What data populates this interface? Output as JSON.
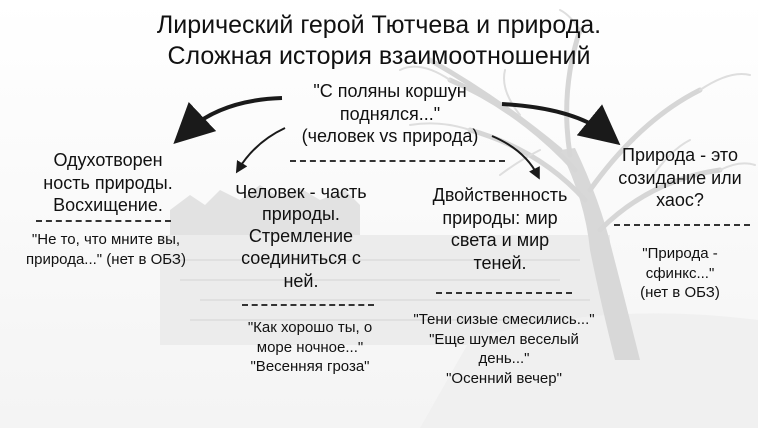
{
  "title": {
    "line1": "Лирический герой Тютчева и природа.",
    "line2": "Сложная история взаимоотношений"
  },
  "center": {
    "line1": "\"С поляны коршун",
    "line2": "поднялся...\"",
    "line3": "(человек vs природа)"
  },
  "col1": {
    "line1": "Одухотворен",
    "line2": "ность природы.",
    "line3": "Восхищение.",
    "quote1": "\"Не то, что мните вы,",
    "quote2": "природа...\" (нет в ОБЗ)"
  },
  "col2": {
    "line1": "Человек - часть",
    "line2": "природы.",
    "line3": "Стремление",
    "line4": "соединиться с",
    "line5": "ней.",
    "quote1": "\"Как хорошо ты, о",
    "quote2": "море ночное...\"",
    "quote3": "\"Весенняя гроза\""
  },
  "col3": {
    "line1": "Двойственность",
    "line2": "природы: мир",
    "line3": "света и мир",
    "line4": "теней.",
    "quote1": "\"Тени сизые смесились...\"",
    "quote2": "\"Еще шумел веселый",
    "quote3": "день...\"",
    "quote4": "\"Осенний вечер\""
  },
  "col4": {
    "line1": "Природа - это",
    "line2": "созидание или",
    "line3": "хаос?",
    "quote1": "\"Природа -",
    "quote2": "сфинкс...\"",
    "quote3": "(нет в ОБЗ)"
  },
  "icons": {
    "background": "winter-tree-illustration",
    "arrows": "curved-arrow-icon"
  },
  "colors": {
    "text": "#111111",
    "arrow": "#1a1a1a",
    "background": "#ffffff"
  }
}
